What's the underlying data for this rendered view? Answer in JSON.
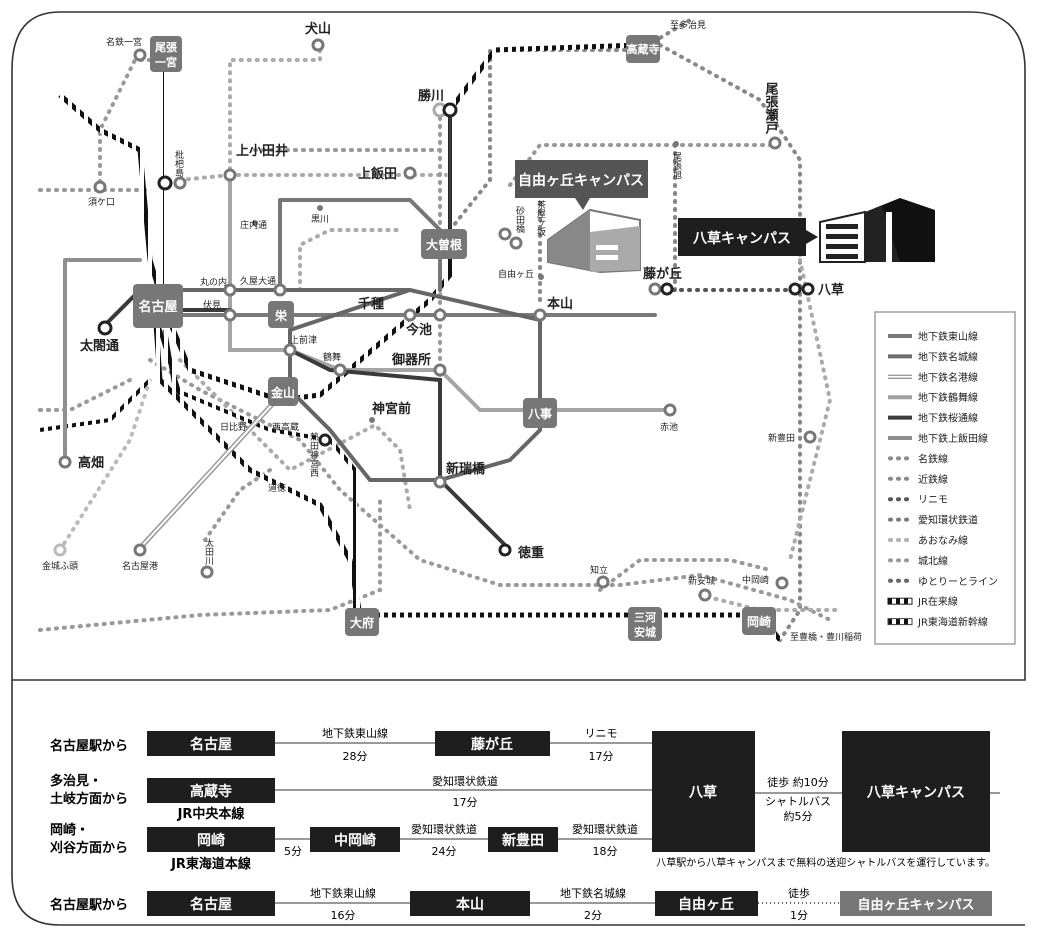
{
  "map": {
    "places": {
      "meitetsu_ichinomiya": "名鉄一宮",
      "owari_ichinomiya": "尾張一宮",
      "inuyama": "犬山",
      "kozoji": "高蔵寺",
      "to_tajimi": "至多治見",
      "owari_seto": "尾張瀬戸",
      "kachigawa": "勝川",
      "biwajima": "枇杷島",
      "kamiotai": "上小田井",
      "kamiiida": "上飯田",
      "sukaguchi": "須ケ口",
      "shonaidori": "庄内通",
      "kurokawa": "黒川",
      "owari_asahi": "尾張旭",
      "ozone": "大曽根",
      "sunadabashi": "砂田橋",
      "chayagasaka": "茶屋ヶ坂",
      "jiyugaoka": "自由ヶ丘",
      "marunouchi": "丸の内",
      "hisaya_odori": "久屋大通",
      "nagoya": "名古屋",
      "fushimi": "伏見",
      "sakae": "栄",
      "chikusa": "千種",
      "imaike": "今池",
      "motoyama": "本山",
      "fujigaoka": "藤が丘",
      "yakusa": "八草",
      "taikodori": "太閤通",
      "kamimaezu": "上前津",
      "tsurumai": "鶴舞",
      "gokiso": "御器所",
      "kanayama": "金山",
      "yagoto": "八事",
      "akaike": "赤池",
      "jingumae": "神宮前",
      "hibino": "日比野",
      "nishitakakura": "西高蔵",
      "atsuta_jingu_nishi": "熱田神宮西",
      "shinmizuhashi": "新瑞橋",
      "takabata": "高畑",
      "shintoyota": "新豊田",
      "dotoku": "道徳",
      "tokushige": "徳重",
      "kinjo_futo": "金城ふ頭",
      "nagoyako": "名古屋港",
      "otagawa": "太田川",
      "chiryu": "知立",
      "shin_anjo": "新安城",
      "naka_okazaki": "中岡崎",
      "obu": "大府",
      "mikawa_anjo": "三河安城",
      "okazaki": "岡崎",
      "to_toyohashi": "至豊橋・豊川稲荷"
    },
    "campuses": {
      "jiyugaoka": "自由ヶ丘キャンパス",
      "yakusa": "八草キャンパス"
    },
    "legend": [
      {
        "label": "地下鉄東山線",
        "style": "solid",
        "color": "#7a7a7a"
      },
      {
        "label": "地下鉄名城線",
        "style": "solid",
        "color": "#6e6e6e"
      },
      {
        "label": "地下鉄名港線",
        "style": "double",
        "color": "#9a9a9a"
      },
      {
        "label": "地下鉄鶴舞線",
        "style": "solid",
        "color": "#a0a0a0"
      },
      {
        "label": "地下鉄桜通線",
        "style": "solid",
        "color": "#3c3c3c"
      },
      {
        "label": "地下鉄上飯田線",
        "style": "solid",
        "color": "#8e8e8e"
      },
      {
        "label": "名鉄線",
        "style": "dotted",
        "color": "#8a8a8a"
      },
      {
        "label": "近鉄線",
        "style": "dotted",
        "color": "#8a8a8a"
      },
      {
        "label": "リニモ",
        "style": "dotted",
        "color": "#555555"
      },
      {
        "label": "愛知環状鉄道",
        "style": "dotted",
        "color": "#7a7a7a"
      },
      {
        "label": "あおなみ線",
        "style": "dotted",
        "color": "#b0b0b0"
      },
      {
        "label": "城北線",
        "style": "dotted",
        "color": "#9a9a9a"
      },
      {
        "label": "ゆとりーとライン",
        "style": "dotted",
        "color": "#666666"
      },
      {
        "label": "JR在来線",
        "style": "rail",
        "color": "#222222"
      },
      {
        "label": "JR東海道新幹線",
        "style": "rail",
        "color": "#444444"
      }
    ]
  },
  "routes": {
    "r1": {
      "from": "名古屋駅から",
      "origin": "名古屋",
      "line1": "地下鉄東山線",
      "time1": "28分",
      "transfer": "藤が丘",
      "line2": "リニモ",
      "time2": "17分"
    },
    "r2": {
      "from_line1": "多治見・",
      "from_line2": "土岐方面から",
      "origin": "高蔵寺",
      "origin_line": "JR中央本線",
      "line": "愛知環状鉄道",
      "time": "17分"
    },
    "r3": {
      "from_line1": "岡崎・",
      "from_line2": "刈谷方面から",
      "origin": "岡崎",
      "origin_line": "JR東海道本線",
      "time1": "5分",
      "transfer1": "中岡崎",
      "line2": "愛知環状鉄道",
      "time2": "24分",
      "transfer2": "新豊田",
      "line3": "愛知環状鉄道",
      "time3": "18分"
    },
    "yakusa": "八草",
    "walk": "徒歩 約10分",
    "shuttle_line1": "シャトルバス",
    "shuttle_line2": "約5分",
    "yakusa_campus": "八草キャンパス",
    "note": "八草駅から八草キャンパスまで無料の送迎シャトルバスを運行しています。",
    "r4": {
      "from": "名古屋駅から",
      "origin": "名古屋",
      "line1": "地下鉄東山線",
      "time1": "16分",
      "transfer": "本山",
      "line2": "地下鉄名城線",
      "time2": "2分",
      "station": "自由ヶ丘",
      "walk": "徒歩",
      "walk_time": "1分",
      "campus": "自由ヶ丘キャンパス"
    }
  }
}
